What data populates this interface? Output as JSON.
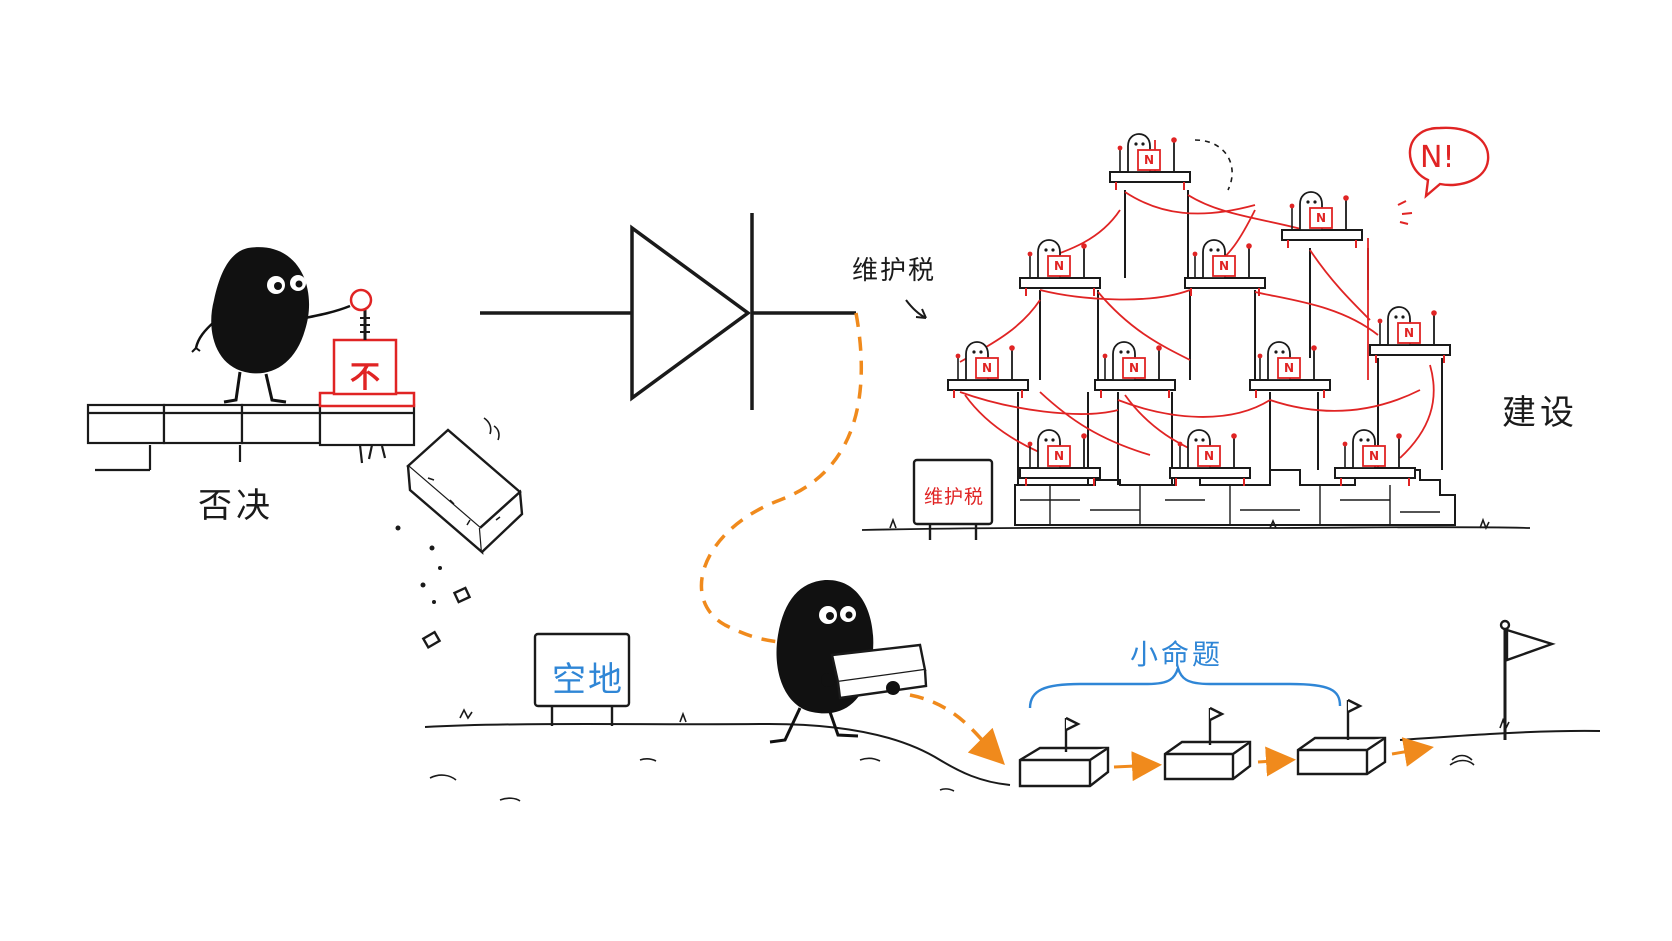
{
  "labels": {
    "veto": "否决",
    "build": "建设",
    "maintenance_tax": "维护税",
    "small_propositions": "小命题"
  },
  "signs": {
    "empty_lot": "空地",
    "maintenance_tax": "维护税"
  },
  "veto_block_glyph": "不",
  "speech_bubble": "N!",
  "tower_plaque_glyph": "N",
  "colors": {
    "ink": "#1a1a1a",
    "red": "#e02424",
    "blue": "#2f86d6",
    "orange": "#f08a1c"
  }
}
